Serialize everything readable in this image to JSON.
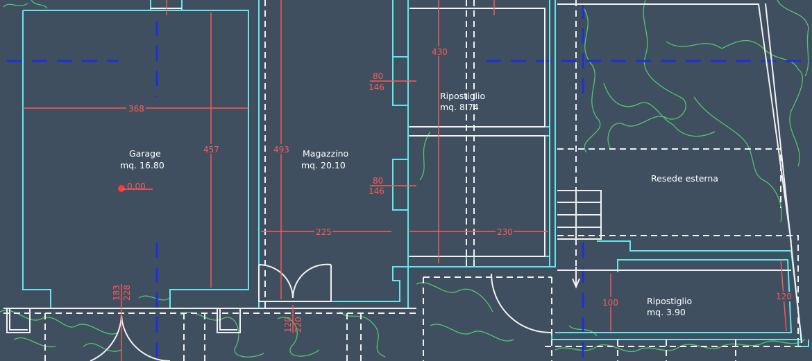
{
  "rooms": [
    {
      "name": "Garage",
      "area": "mq.  16.80"
    },
    {
      "name": "Magazzino",
      "area": "mq.  20.10"
    },
    {
      "name": "Ripostiglio",
      "area": "mq.  8.74"
    },
    {
      "name": "Resede  esterna",
      "area": ""
    },
    {
      "name": "Ripostiglio",
      "area": "mq.  3.90"
    }
  ],
  "level_marker": "0.00",
  "dimensions": {
    "garage_width": "368",
    "garage_height": "457",
    "magazzino_height": "493",
    "magazzino_width": "225",
    "ripostiglio_height": "430",
    "ripostiglio_width": "230",
    "window1_top": "80",
    "window1_bottom": "146",
    "window2_top": "80",
    "window2_bottom": "146",
    "garage_door_top": "183",
    "garage_door_bottom": "228",
    "magazzino_door_top": "120",
    "magazzino_door_bottom": "220",
    "small_rip_left": "100",
    "small_rip_right": "120"
  },
  "colors": {
    "background": "#3f4f60",
    "walls": "#5fe8ee",
    "lines": "#f2f2f2",
    "dimensions": "#ff5a55",
    "axes": "#1f2fd8",
    "vegetation": "#4fc86a"
  }
}
